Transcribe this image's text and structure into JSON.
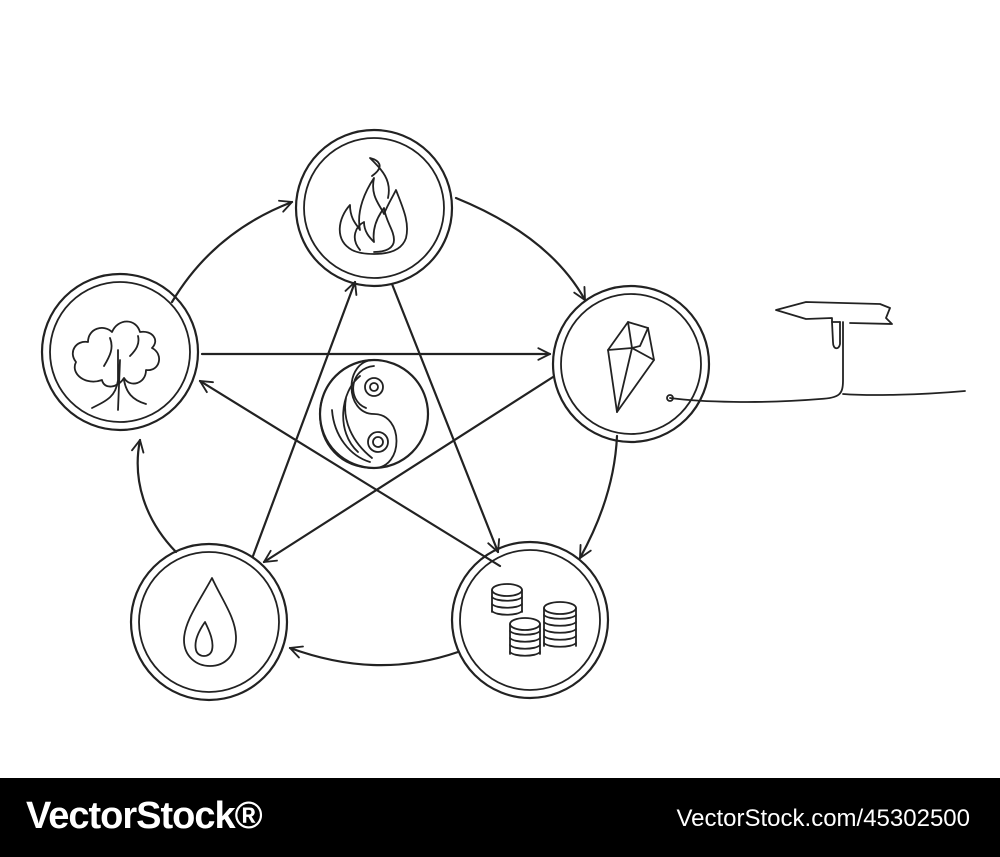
{
  "colors": {
    "ink": "#222222",
    "background": "#ffffff",
    "footer_bg": "#000000",
    "footer_text": "#ffffff"
  },
  "diagram": {
    "center_symbol": "yin-yang-icon",
    "elements": [
      {
        "key": "fire",
        "icon": "flame-icon"
      },
      {
        "key": "metal",
        "icon": "crystal-icon"
      },
      {
        "key": "water",
        "icon": "water-drop-icon"
      },
      {
        "key": "wood",
        "icon": "tree-icon"
      },
      {
        "key": "earth",
        "icon": "coins-icon"
      }
    ],
    "extra_icon": "signpost-icon"
  },
  "footer": {
    "brand": "VectorStock®",
    "image_id": "VectorStock.com/45302500"
  }
}
